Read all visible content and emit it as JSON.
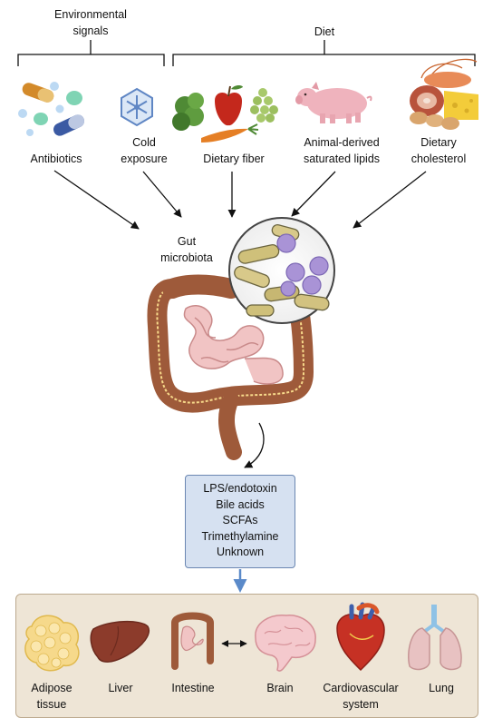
{
  "groups": {
    "environmental": "Environmental\nsignals",
    "diet": "Diet"
  },
  "inputs": [
    {
      "label": "Antibiotics"
    },
    {
      "label": "Cold\nexposure"
    },
    {
      "label": "Dietary fiber"
    },
    {
      "label": "Animal-derived\nsaturated lipids"
    },
    {
      "label": "Dietary\ncholesterol"
    }
  ],
  "gut_label": "Gut\nmicrobiota",
  "metabolites": [
    "LPS/endotoxin",
    "Bile acids",
    "SCFAs",
    "Trimethylamine",
    "Unknown"
  ],
  "organs": [
    {
      "label": "Adipose\ntissue"
    },
    {
      "label": "Liver"
    },
    {
      "label": "Intestine"
    },
    {
      "label": "Brain"
    },
    {
      "label": "Cardiovascular\nsystem"
    },
    {
      "label": "Lung"
    }
  ],
  "colors": {
    "metabolite_box": "#d6e1f1",
    "organ_panel": "#eee5d6",
    "arrow": "#111111",
    "blue_arrow": "#5b8ac9"
  }
}
